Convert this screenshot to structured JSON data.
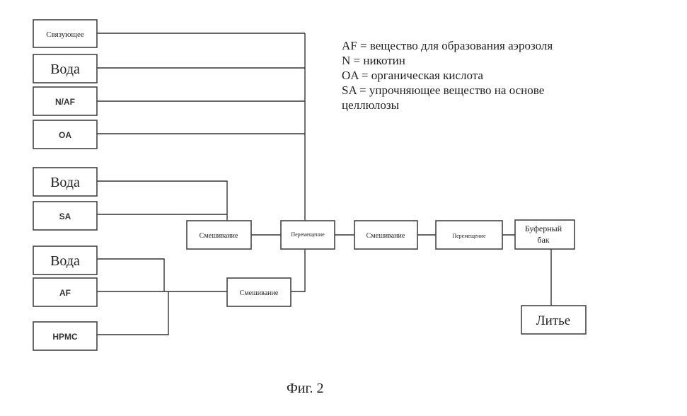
{
  "boxes": {
    "binder": "Связующее",
    "water1": "Вода",
    "naf": "N/AF",
    "oa": "OA",
    "water2": "Вода",
    "sa": "SA",
    "water3": "Вода",
    "af": "AF",
    "hpmc": "HPMC",
    "mixing1": "Смешивание",
    "transfer1": "Перемещение",
    "mixing2": "Смешивание",
    "transfer2": "Перемещение",
    "buffer_line1": "Буферный",
    "buffer_line2": "бак",
    "mixing3": "Смешивание",
    "casting": "Литье"
  },
  "legend": [
    "AF = вещество для образования аэрозоля",
    "N = никотин",
    "OA = органическая кислота",
    "SA = упрочняющее вещество на основе",
    "целлюлозы"
  ],
  "caption": "Фиг. 2"
}
